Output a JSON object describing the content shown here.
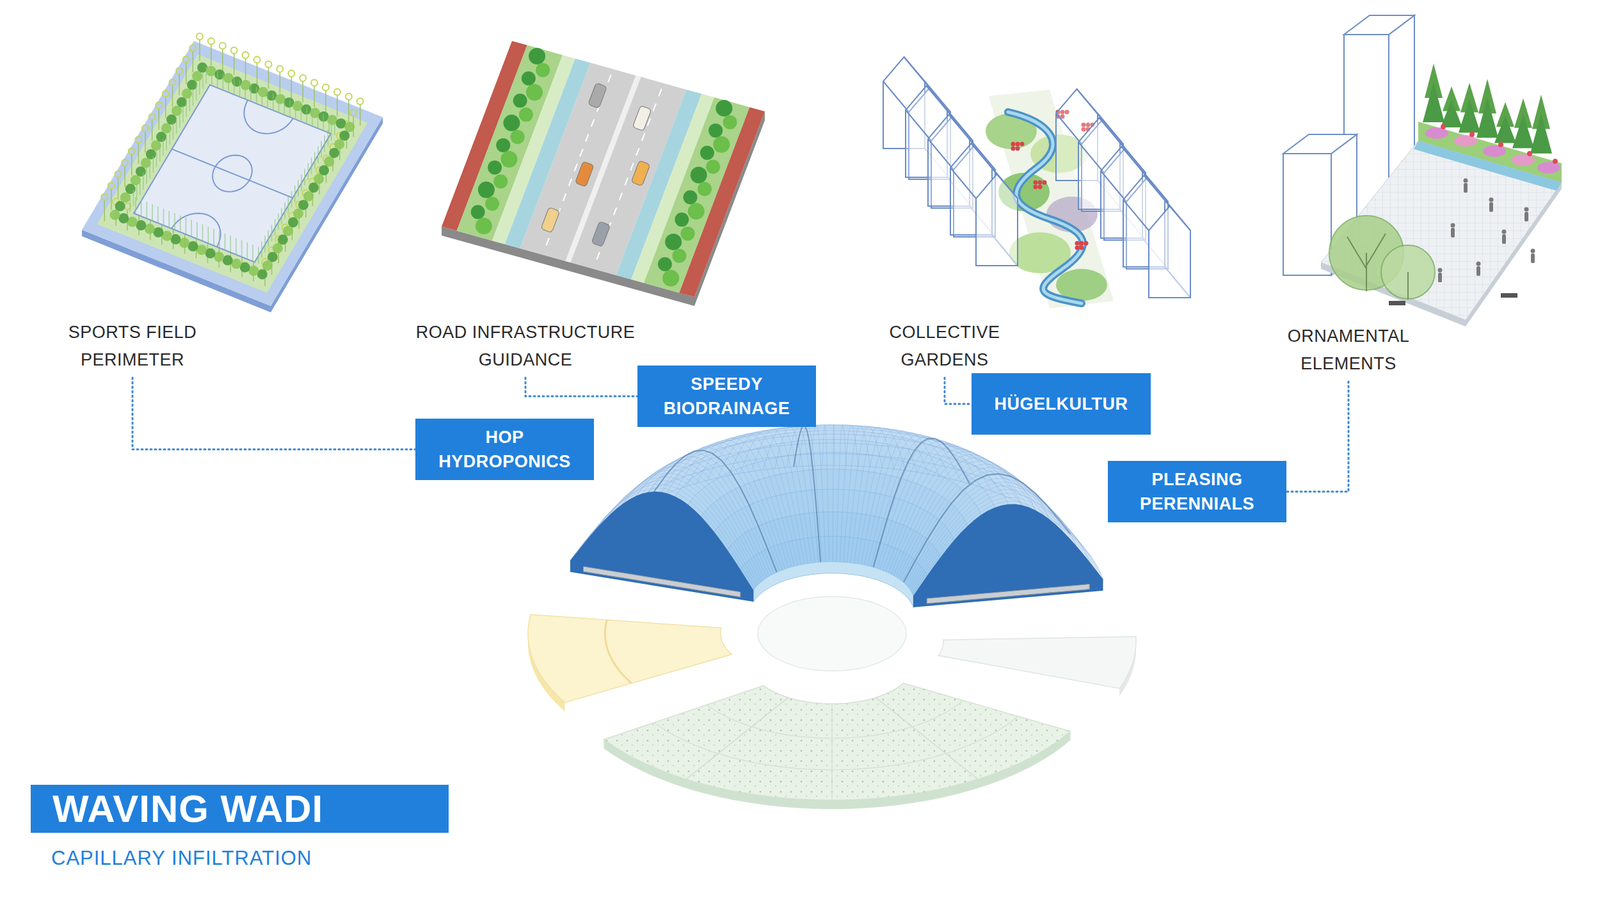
{
  "diagram": {
    "title": "WAVING WADI",
    "caption": "CAPILLARY INFILTRATION",
    "nodes": [
      {
        "text": [
          "SPORTS FIELD PERIMETER"
        ]
      },
      {
        "text": [
          "ROAD INFRASTRUCTURE GUIDANCE"
        ]
      },
      {
        "text": [
          "COLLECTIVE GARDENS"
        ]
      },
      {
        "text": [
          "ORNAMENTAL ELEMENTS"
        ]
      },
      {
        "text": [
          "SPEEDY BIODRAINAGE"
        ]
      },
      {
        "text": [
          "HÜGELKULTUR"
        ]
      },
      {
        "text": [
          "HOP HYDROPONICS"
        ]
      },
      {
        "text": [
          "PLEASING PERENNIALS"
        ]
      }
    ],
    "edges": [
      {
        "from": 0,
        "to": 6,
        "arrow": "none"
      },
      {
        "from": 1,
        "to": 4,
        "arrow": "none"
      },
      {
        "from": 2,
        "to": 5,
        "arrow": "none"
      },
      {
        "from": 3,
        "to": 7,
        "arrow": "none"
      }
    ]
  }
}
